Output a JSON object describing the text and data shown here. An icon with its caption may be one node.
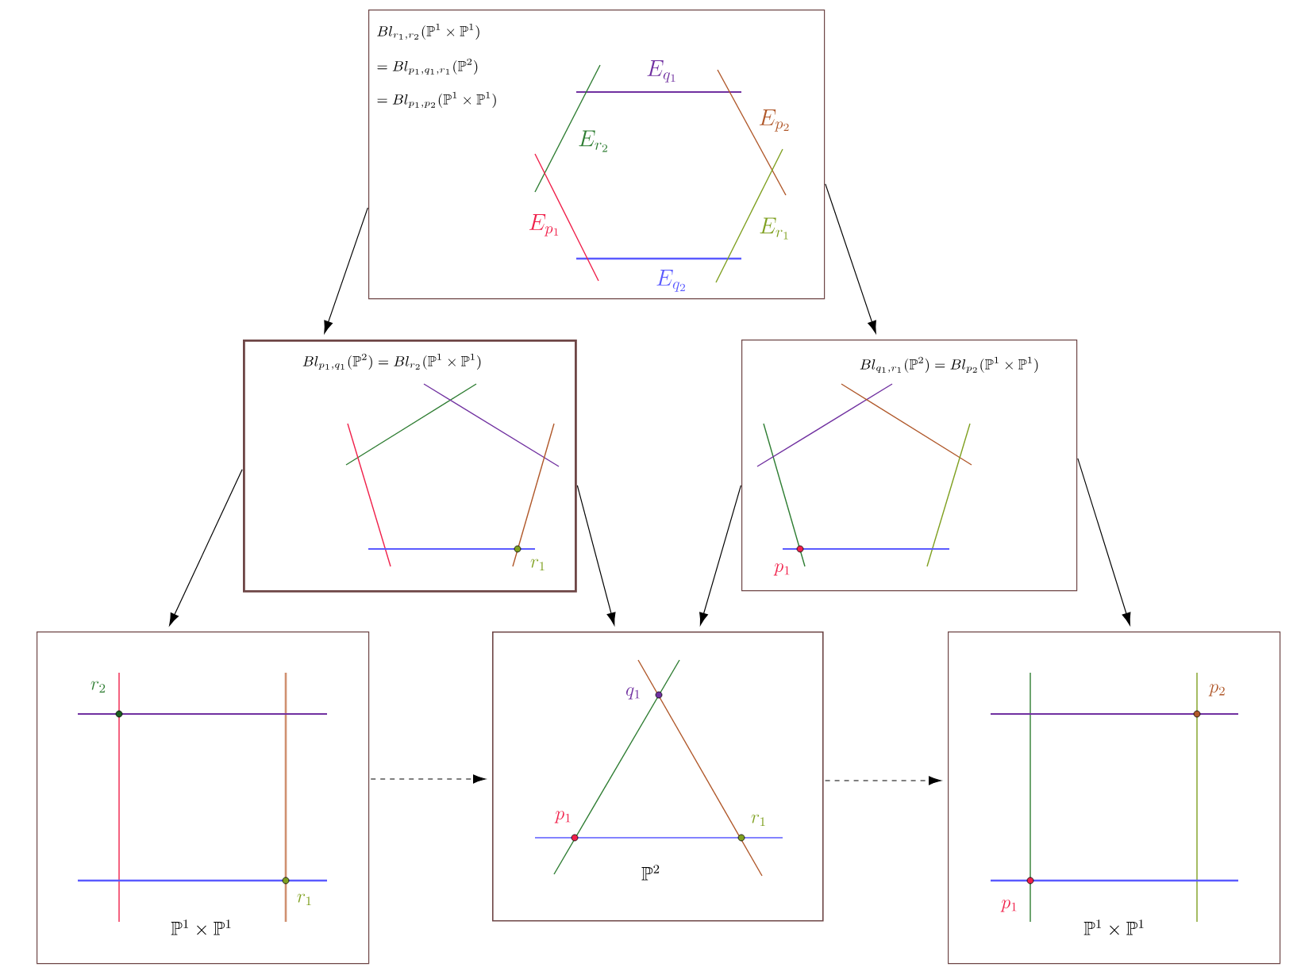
{
  "diagram": {
    "nodes": [
      {
        "text": [
          "Bl_{r_1,r_2}(\\mathbb{P}^1\\times\\mathbb{P}^1)",
          "= Bl_{p_1,q_1,r_1}(\\mathbb{P}^2)",
          "= Bl_{p_1,p_2}(\\mathbb{P}^1\\times\\mathbb{P}^1)",
          "E_{q_1}",
          "E_{p_2}",
          "E_{r_2}",
          "E_{r_1}",
          "E_{p_1}",
          "E_{q_2}"
        ]
      },
      {
        "text": [
          "Bl_{p_1,q_1}(\\mathbb{P}^2) = Bl_{r_2}(\\mathbb{P}^1\\times\\mathbb{P}^1)",
          "r_1"
        ]
      },
      {
        "text": [
          "Bl_{q_1,r_1}(\\mathbb{P}^2) = Bl_{p_2}(\\mathbb{P}^1\\times\\mathbb{P}^1)",
          "p_1"
        ]
      },
      {
        "text": [
          "r_2",
          "r_1",
          "\\mathbb{P}^1\\times\\mathbb{P}^1"
        ]
      },
      {
        "text": [
          "q_1",
          "p_1",
          "r_1",
          "\\mathbb{P}^2"
        ]
      },
      {
        "text": [
          "p_2",
          "p_1",
          "\\mathbb{P}^1\\times\\mathbb{P}^1"
        ]
      }
    ],
    "edges": [
      {
        "from": 0,
        "to": 1,
        "arrow": "to"
      },
      {
        "from": 0,
        "to": 2,
        "arrow": "to"
      },
      {
        "from": 1,
        "to": 3,
        "arrow": "to"
      },
      {
        "from": 1,
        "to": 4,
        "arrow": "to"
      },
      {
        "from": 2,
        "to": 4,
        "arrow": "to"
      },
      {
        "from": 2,
        "to": 5,
        "arrow": "to"
      },
      {
        "from": 3,
        "to": 4,
        "arrow": "to",
        "style": "dashed"
      },
      {
        "from": 4,
        "to": 5,
        "arrow": "to",
        "style": "dashed"
      }
    ]
  }
}
